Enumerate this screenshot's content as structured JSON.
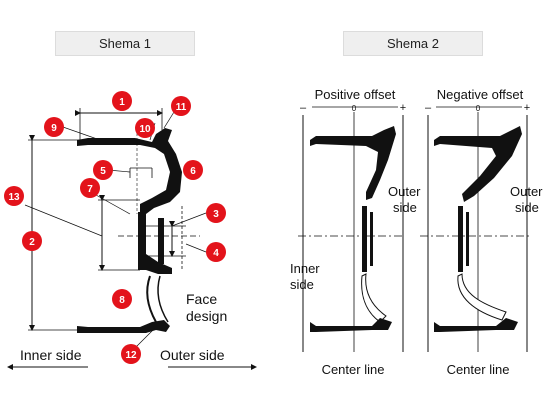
{
  "tabs": [
    {
      "label": "Shema 1"
    },
    {
      "label": "Shema 2"
    }
  ],
  "schema1": {
    "markers": [
      "1",
      "2",
      "3",
      "4",
      "5",
      "6",
      "7",
      "8",
      "9",
      "10",
      "11",
      "12",
      "13"
    ],
    "face_design_line1": "Face",
    "face_design_line2": "design",
    "inner_side": "Inner side",
    "outer_side": "Outer side"
  },
  "schema2": {
    "positive_offset": "Positive offset",
    "negative_offset": "Negative offset",
    "minus": "–",
    "zero": "0",
    "plus": "+",
    "outer_side_line1": "Outer",
    "outer_side_line2": "side",
    "inner_side_line1": "Inner",
    "inner_side_line2": "side",
    "center_line": "Center line"
  },
  "colors": {
    "marker_red": "#e3131b",
    "rim": "#111111",
    "tab_bg": "#efefef"
  }
}
